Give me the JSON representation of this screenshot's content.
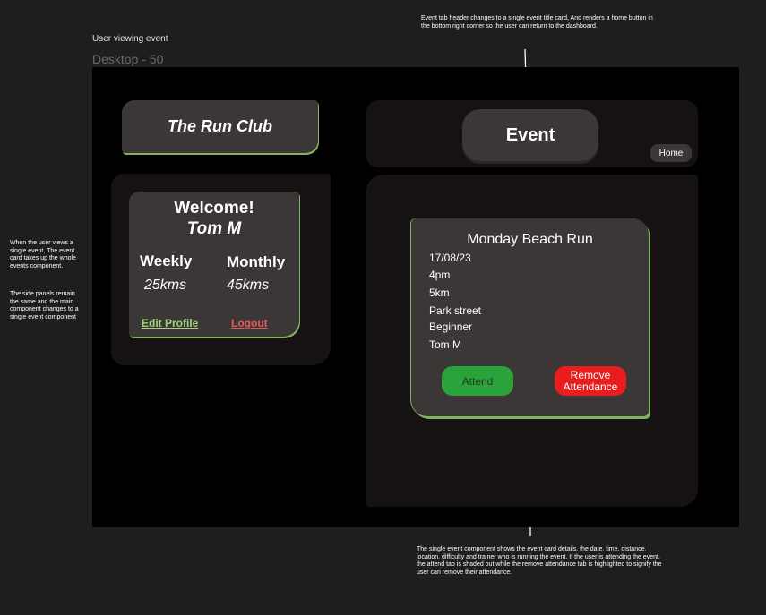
{
  "annotations": {
    "top_note": "Event tab header changes to a single event title card, And renders a home button in the bottom right corner so the user can return to the dashboard.",
    "left_note_1": "When the user views a single event, The event card takes up the whole events component.",
    "left_note_2": "The side panels remain the same and the main component changes to a single event component",
    "bottom_note": "The single event component shows the event card details, the date, time, distance, location, difficulty and trainer who is running the event. If the user is attending the event, the attend tab is shaded out while the remove attendance tab is highlighted to signify the user can remove their attendance."
  },
  "frame": {
    "label": "User viewing event",
    "name": "Desktop - 50"
  },
  "brand": {
    "title": "The Run Club"
  },
  "welcome": {
    "greeting": "Welcome!",
    "user_name": "Tom M",
    "weekly_label": "Weekly",
    "weekly_value": "25kms",
    "monthly_label": "Monthly",
    "monthly_value": "45kms",
    "edit_profile": "Edit Profile",
    "logout": "Logout"
  },
  "event_header": {
    "title": "Event",
    "home_button": "Home"
  },
  "event": {
    "name": "Monday Beach Run",
    "date": "17/08/23",
    "time": "4pm",
    "distance": "5km",
    "location": "Park street",
    "difficulty": "Beginner",
    "trainer": "Tom M",
    "attend_label": "Attend",
    "remove_label": "Remove Attendance"
  },
  "colors": {
    "accent_green": "#7fb35d",
    "attend_green": "#2aa43a",
    "remove_red": "#e81e1e",
    "edit_profile": "#9fd47a",
    "logout": "#e85a5a"
  }
}
